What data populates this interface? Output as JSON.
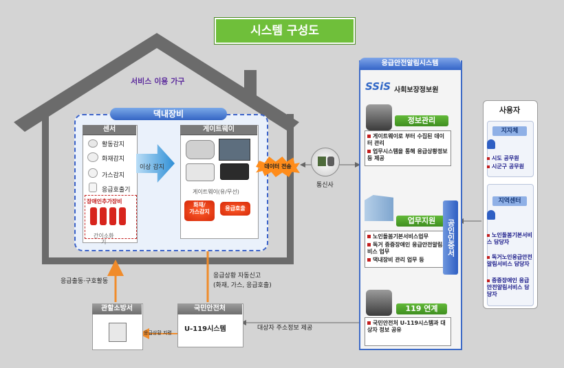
{
  "title": "시스템 구성도",
  "house": {
    "label": "서비스 이용 가구",
    "home_equipment": "댁내장비",
    "sensor": {
      "header": "센서",
      "items": [
        "활동감지",
        "화재감지",
        "가스감지",
        "응급호출기"
      ],
      "disability_label": "장애인추가장비",
      "disability_caption": "간이소화",
      "disability_caption2": "기"
    },
    "detect_label": "이상 감지",
    "gateway": {
      "header": "게이트웨이",
      "caption": "게이트웨이(유/무선)",
      "btn_fire_gas": "화재/\n가스감지",
      "btn_emergency": "응급호출"
    },
    "data_send": "데이터 전송"
  },
  "telecom": "통신사",
  "emergency_text": "응급출동·구호활동",
  "auto_report": [
    "응급상황 자동신고",
    "(화재, 가스, 응급호출)"
  ],
  "address_provide": "대상자 주소정보 제공",
  "emergency_order": "응급상황 지령",
  "fire_station": "관할소방서",
  "nema": {
    "header": "국민안전처",
    "system": "U-119시스템"
  },
  "center": {
    "header": "응급안전알림시스템",
    "logo_text": "사회보장정보원",
    "logo_mark": "SSiS",
    "info_mgmt": {
      "title": "정보관리",
      "bullets": [
        "게이트웨이로 부터 수집된 데이터 관리",
        "업무시스템을 통해 응급상황정보 등 제공"
      ]
    },
    "work_support": {
      "title": "업무지원",
      "bullets": [
        "노인돌봄기본서비스업무",
        "독거 중증장애인 응급안전알림서비스 업무",
        "댁내장비 관리 업무 등"
      ]
    },
    "link119": {
      "title": "119 연계",
      "bullets": [
        "국민안전처 U-119시스템과 대상자 정보 공유"
      ]
    },
    "cert": "공인인증서"
  },
  "users": {
    "header": "사용자",
    "local_gov": {
      "label": "지자체",
      "items": [
        "시도 공무원",
        "시군구 공무원"
      ]
    },
    "regional_center": {
      "label": "지역센터",
      "items": [
        "노인돌봄기본서비스 담당자",
        "독거노인응급안전알림서비스 담당자",
        "중증장애인 응급안전알림서비스 담당자"
      ]
    }
  }
}
